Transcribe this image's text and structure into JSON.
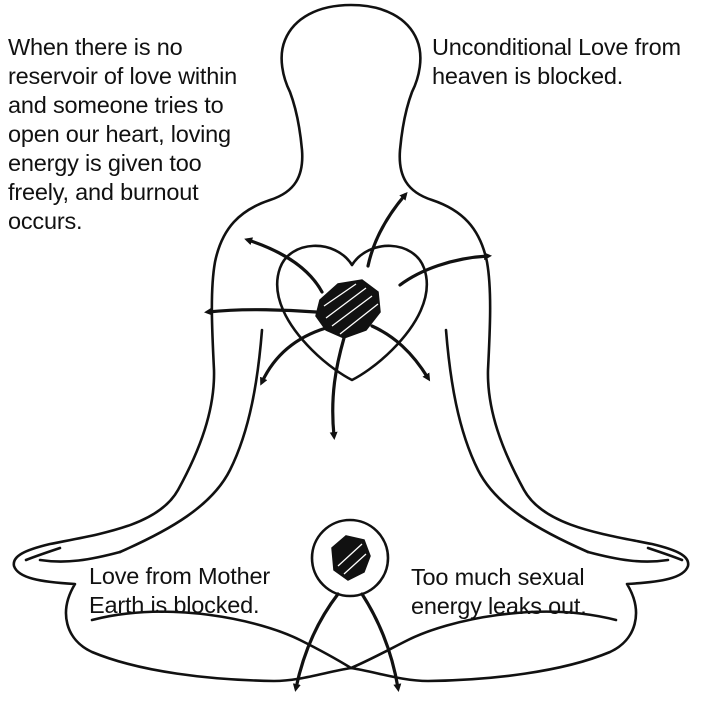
{
  "captions": {
    "left": "When there is no\nreservoir of love within\nand someone tries to\nopen our heart, loving\nenergy is given too\nfreely, and burnout\noccurs.",
    "right": "Unconditional Love from\nheaven is blocked.",
    "earth": "Love from Mother\nEarth is blocked.",
    "sexual": "Too much sexual\nenergy leaks out."
  },
  "colors": {
    "ink": "#111111",
    "background": "#ffffff"
  },
  "icons": {
    "heart": "heart-outline-icon",
    "heart_center": "scribbled-energy-knot-icon",
    "lower_center": "scribbled-energy-knot-icon",
    "arrows": "outward-curved-arrow-icon"
  }
}
